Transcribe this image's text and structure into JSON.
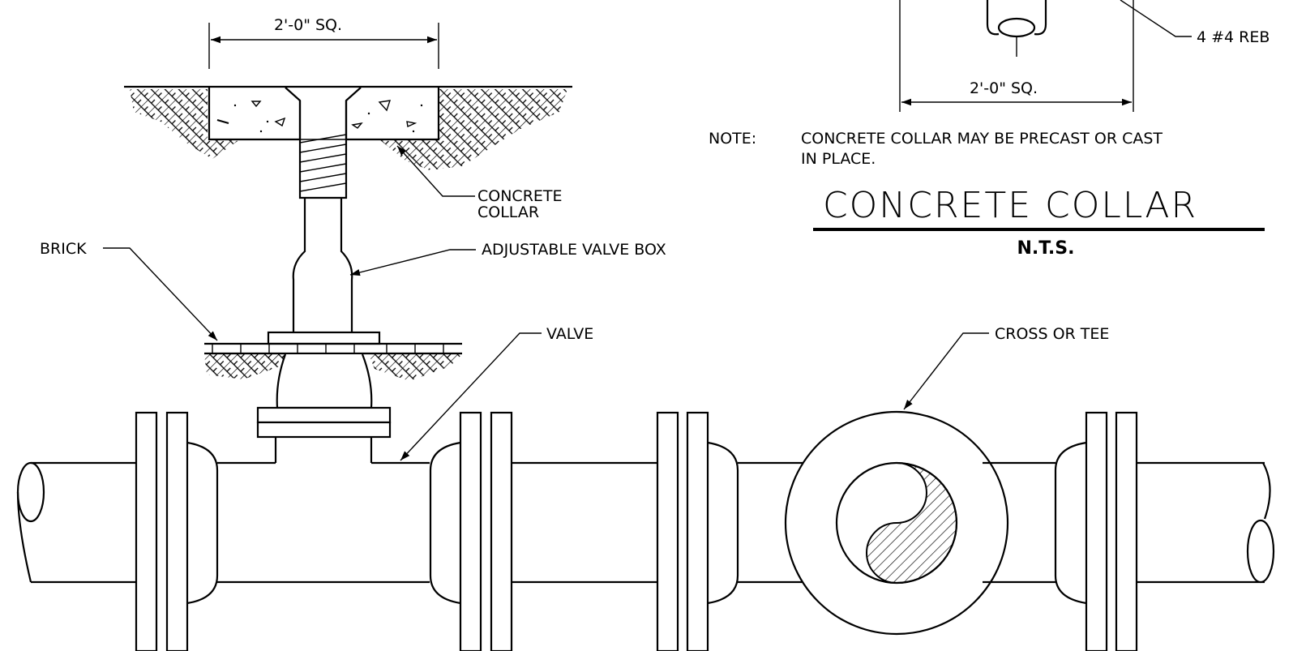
{
  "drawing": {
    "top_dimension_left": "2'-0\" SQ.",
    "top_dimension_right": "2'-0\" SQ.",
    "rebar_label": "4 #4 REB",
    "note_label": "NOTE:",
    "note_line1": "CONCRETE COLLAR MAY BE PRECAST OR CAST",
    "note_line2": "IN PLACE.",
    "detail_title": "CONCRETE  COLLAR",
    "detail_scale": "N.T.S.",
    "callouts": {
      "concrete_collar_line1": "CONCRETE",
      "concrete_collar_line2": "COLLAR",
      "adjustable_valve_box": "ADJUSTABLE VALVE BOX",
      "brick": "BRICK",
      "valve": "VALVE",
      "cross_or_tee": "CROSS OR TEE"
    }
  }
}
